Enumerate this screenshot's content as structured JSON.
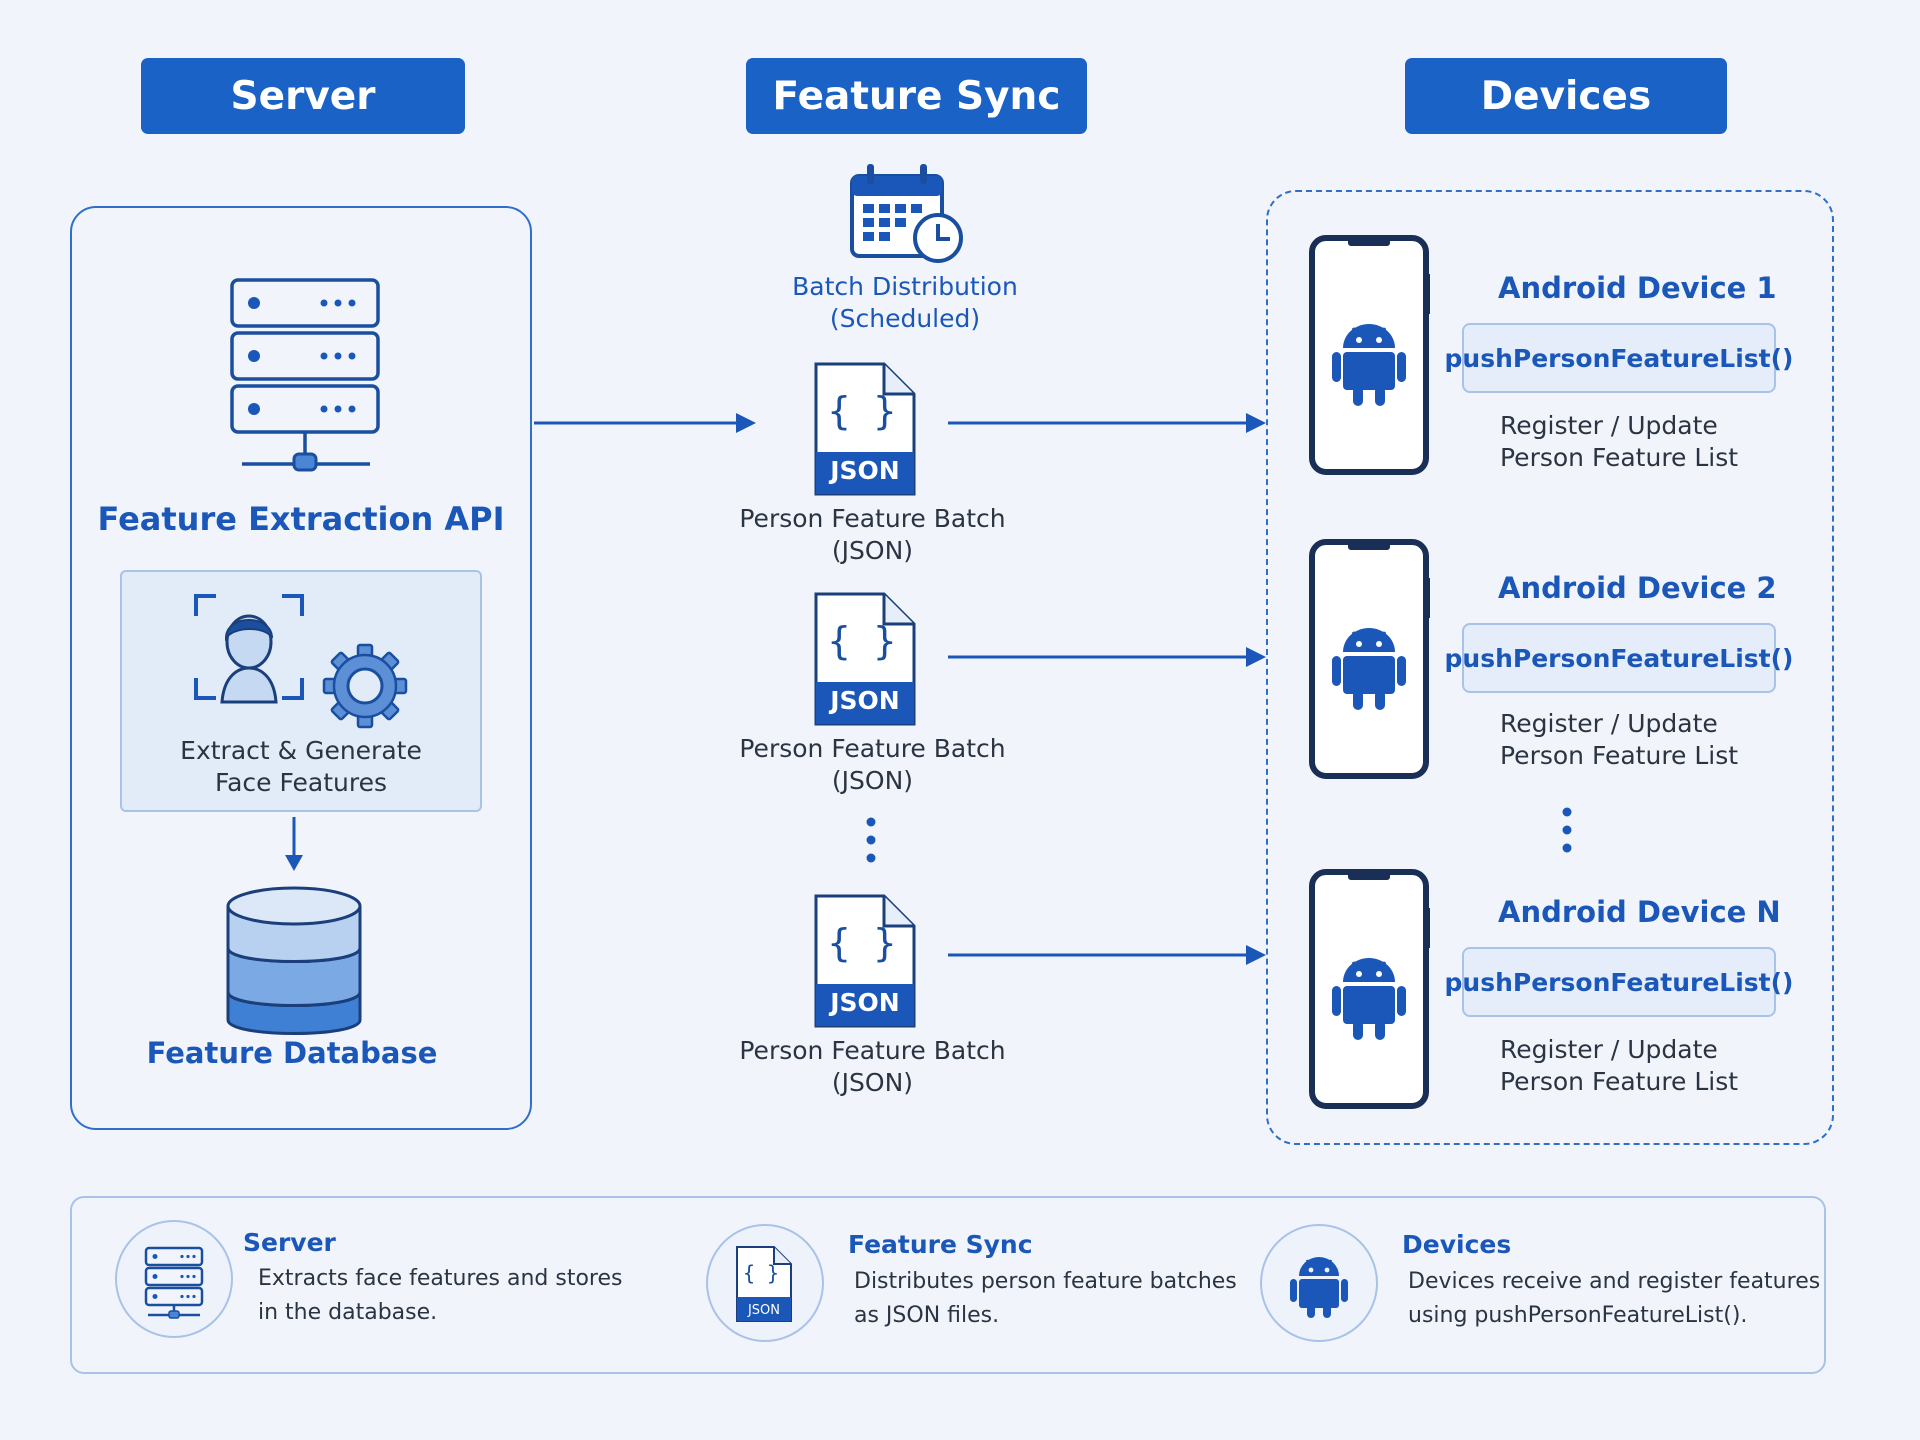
{
  "headers": {
    "server": "Server",
    "sync": "Feature Sync",
    "devices": "Devices"
  },
  "server": {
    "api_label": "Feature Extraction API",
    "extract_label_1": "Extract & Generate",
    "extract_label_2": "Face Features",
    "db_label": "Feature Database"
  },
  "sync": {
    "schedule_1": "Batch Distribution",
    "schedule_2": "(Scheduled)",
    "json_badge": "JSON",
    "batch_line_1": "Person Feature Batch",
    "batch_line_2": "(JSON)"
  },
  "devices": [
    {
      "name": "Android Device 1",
      "func": "pushPersonFeatureList()",
      "desc_1": "Register / Update",
      "desc_2": "Person Feature List"
    },
    {
      "name": "Android Device 2",
      "func": "pushPersonFeatureList()",
      "desc_1": "Register / Update",
      "desc_2": "Person Feature List"
    },
    {
      "name": "Android Device N",
      "func": "pushPersonFeatureList()",
      "desc_1": "Register / Update",
      "desc_2": "Person Feature List"
    }
  ],
  "legend": {
    "server_title": "Server",
    "server_desc_1": "Extracts face features and stores",
    "server_desc_2": "in the database.",
    "sync_title": "Feature Sync",
    "sync_desc_1": "Distributes person feature batches",
    "sync_desc_2": "as JSON files.",
    "devices_title": "Devices",
    "devices_desc_1": "Devices receive and register features",
    "devices_desc_2": "using pushPersonFeatureList()."
  },
  "colors": {
    "primary": "#1a62c6",
    "background": "#f1f5fb",
    "light_box": "#e2ecf9"
  },
  "icons": [
    "server-rack-icon",
    "calendar-clock-icon",
    "json-file-icon",
    "face-scan-icon",
    "gear-icon",
    "database-icon",
    "android-phone-icon",
    "android-icon"
  ]
}
